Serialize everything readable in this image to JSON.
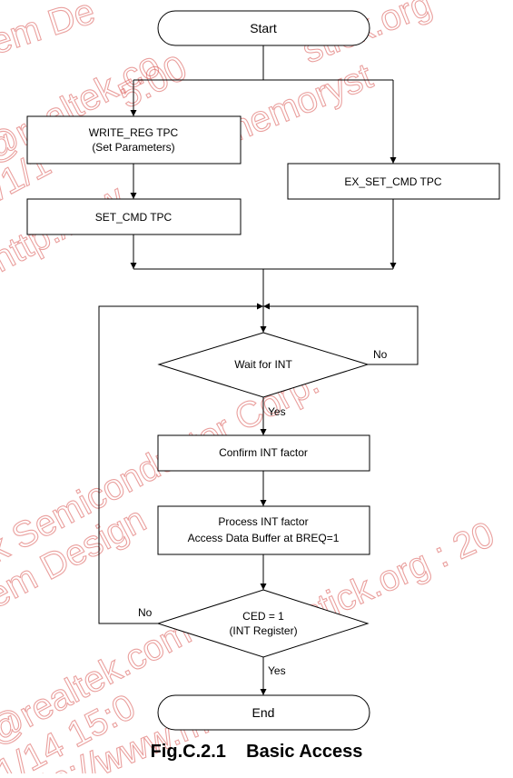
{
  "flowchart": {
    "start_label": "Start",
    "write_reg_line1": "WRITE_REG TPC",
    "write_reg_line2": "(Set Parameters)",
    "set_cmd_label": "SET_CMD TPC",
    "ex_set_cmd_label": "EX_SET_CMD TPC",
    "wait_int_label": "Wait for INT",
    "wait_no_label": "No",
    "wait_yes_label": "Yes",
    "confirm_label": "Confirm INT factor",
    "process_line1": "Process INT factor",
    "process_line2": "Access Data Buffer at BREQ=1",
    "ced_line1": "CED = 1",
    "ced_line2": "(INT Register)",
    "ced_no_label": "No",
    "ced_yes_label": "Yes",
    "end_label": "End"
  },
  "caption": "Fig.C.2.1    Basic Access",
  "watermark": {
    "color": "#d9534f",
    "lines": [
      "em De",
      "@realtek.co",
      "/1/1",
      "http://ww",
      "stick.org",
      "memoryst",
      "ck.org",
      "k Semiconductor Corp.",
      "em Design",
      "@realtek.com",
      "/1/14 15:0",
      "http://www.m",
      "stick.org : 20",
      "5:00",
      "memorystick.org : 20"
    ]
  }
}
